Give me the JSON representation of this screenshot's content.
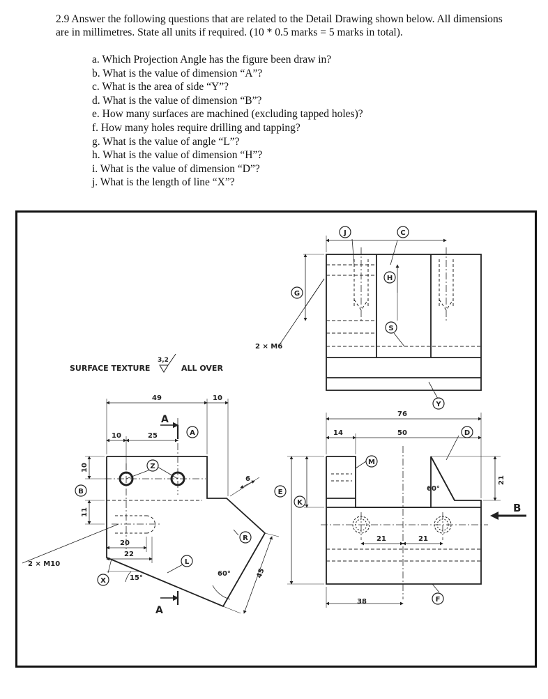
{
  "question": {
    "intro": "2.9 Answer the following questions that are related to the Detail Drawing shown below. All dimensions are in millimetres. State all units if required. (10 * 0.5 marks = 5 marks in total).",
    "items": [
      "a. Which Projection Angle has the figure been draw in?",
      "b. What is the value of dimension “A”?",
      "c. What is the area of side “Y”?",
      "d. What is the value of dimension “B”?",
      "e. How many surfaces are machined (excluding tapped holes)?",
      "f. How many holes require drilling and tapping?",
      "g. What is the value of angle “L”?",
      "h. What is the value of dimension “H”?",
      "i. What is the value of dimension “D”?",
      "j. What is the length of line “X”?"
    ]
  },
  "drawing": {
    "surface_texture": "SURFACE TEXTURE",
    "texture_value": "3,2",
    "all_over": "ALL OVER",
    "thread_m6": "2 × M6",
    "thread_m10": "2 × M10",
    "section_a": "A",
    "view_b": "B",
    "dims": {
      "d49": "49",
      "d10top": "10",
      "d10": "10",
      "d25": "25",
      "d20": "20",
      "d22": "22",
      "d11": "11",
      "d10v": "10",
      "d15": "15°",
      "d60left": "60°",
      "d6": "6",
      "d45": "45",
      "d76": "76",
      "d14": "14",
      "d50": "50",
      "d21a": "21",
      "d21b": "21",
      "d21v": "21",
      "d38": "38",
      "d60right": "60°"
    },
    "circle_labels": [
      "J",
      "C",
      "G",
      "H",
      "S",
      "Y",
      "A",
      "Z",
      "B",
      "M",
      "D",
      "E",
      "K",
      "R",
      "L",
      "X",
      "F"
    ]
  }
}
